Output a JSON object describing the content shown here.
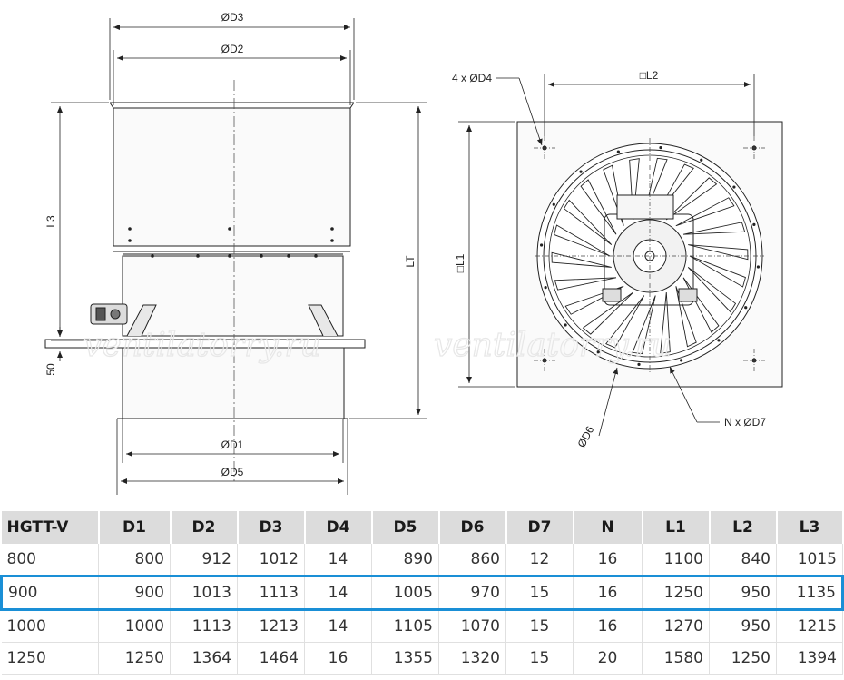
{
  "drawing": {
    "labels": {
      "d3": "ØD3",
      "d2": "ØD2",
      "d1": "ØD1",
      "d5": "ØD5",
      "l3": "L3",
      "lt": "LT",
      "fifty": "50",
      "four_d4": "4 x ØD4",
      "l2": "□L2",
      "l1": "□L1",
      "d6": "ØD6",
      "n_d7": "N x ØD7"
    },
    "watermark": "ventilatorry.ru"
  },
  "table": {
    "headers": [
      "HGTT-V",
      "D1",
      "D2",
      "D3",
      "D4",
      "D5",
      "D6",
      "D7",
      "N",
      "L1",
      "L2",
      "L3"
    ],
    "rows": [
      [
        "800",
        "800",
        "912",
        "1012",
        "14",
        "890",
        "860",
        "12",
        "16",
        "1100",
        "840",
        "1015"
      ],
      [
        "900",
        "900",
        "1013",
        "1113",
        "14",
        "1005",
        "970",
        "15",
        "16",
        "1250",
        "950",
        "1135"
      ],
      [
        "1000",
        "1000",
        "1113",
        "1213",
        "14",
        "1105",
        "1070",
        "15",
        "16",
        "1270",
        "950",
        "1215"
      ],
      [
        "1250",
        "1250",
        "1364",
        "1464",
        "16",
        "1355",
        "1320",
        "15",
        "20",
        "1580",
        "1250",
        "1394"
      ]
    ],
    "highlighted_row": 1,
    "highlight_color": "#1a8fd6",
    "header_bg": "#dcdcdc"
  }
}
